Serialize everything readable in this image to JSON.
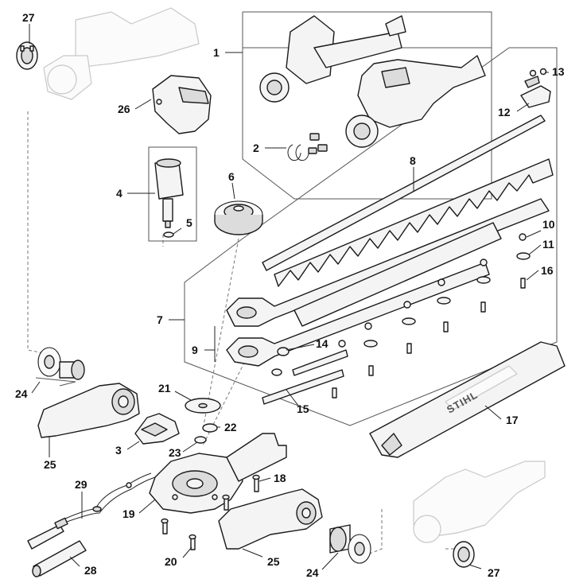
{
  "diagram": {
    "labels": [
      "1",
      "2",
      "3",
      "4",
      "5",
      "6",
      "7",
      "8",
      "9",
      "10",
      "11",
      "12",
      "13",
      "14",
      "15",
      "16",
      "17",
      "18",
      "19",
      "20",
      "21",
      "22",
      "23",
      "24",
      "25",
      "26",
      "27",
      "28",
      "29"
    ],
    "label_24b": "24",
    "label_25b": "25",
    "label_27b": "27",
    "brand_text": "STIHL"
  }
}
